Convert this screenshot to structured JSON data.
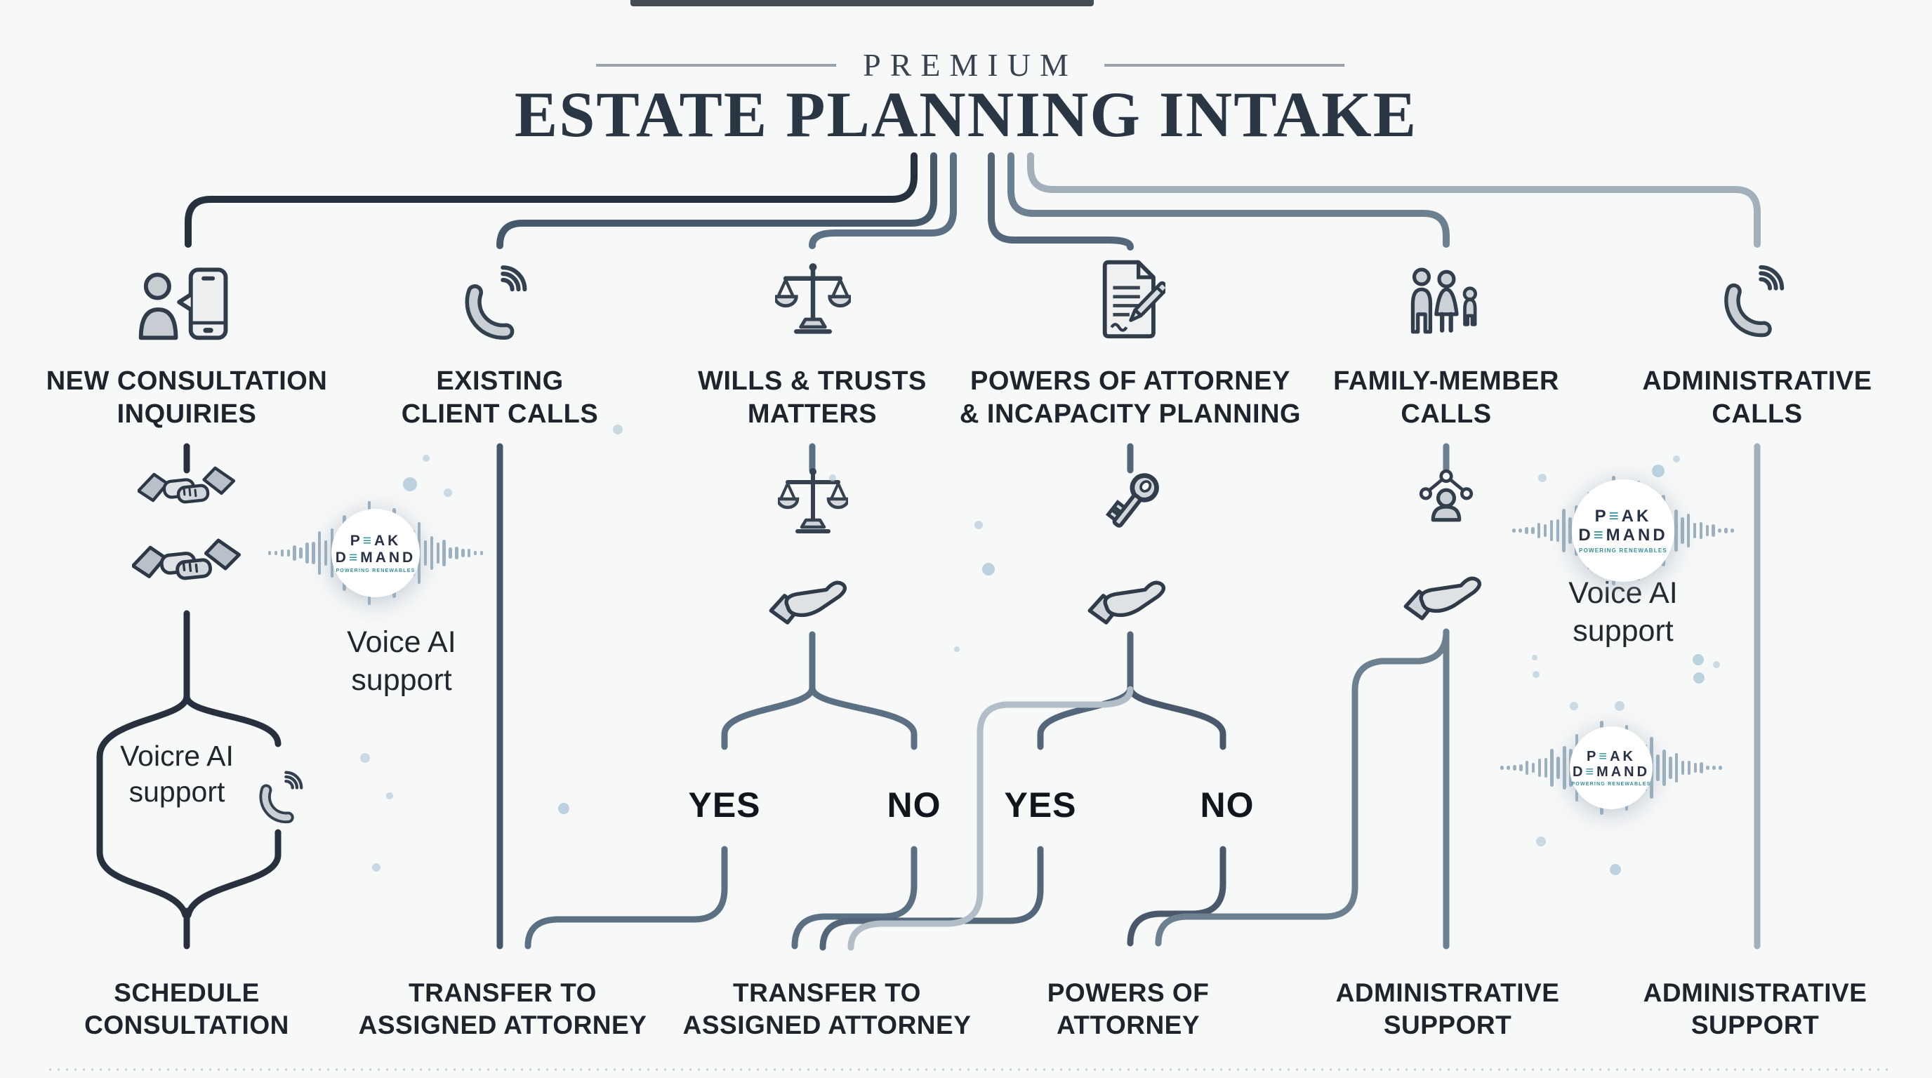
{
  "title": {
    "eyebrow": "PREMIUM",
    "main": "ESTATE PLANNING INTAKE"
  },
  "columns": [
    {
      "line1": "NEW CONSULTATION",
      "line2": "INQUIRIES"
    },
    {
      "line1": "EXISTING",
      "line2": "CLIENT CALLS"
    },
    {
      "line1": "WILLS & TRUSTS",
      "line2": "MATTERS"
    },
    {
      "line1": "POWERS OF ATTORNEY",
      "line2": "& INCAPACITY PLANNING"
    },
    {
      "line1": "FAMILY-MEMBER",
      "line2": "CALLS"
    },
    {
      "line1": "ADMINISTRATIVE",
      "line2": "CALLS"
    }
  ],
  "branches": {
    "yes1": "YES",
    "no1": "NO",
    "yes2": "YES",
    "no2": "NO"
  },
  "voice_ai_left": {
    "line1": "Voice AI",
    "line2": "support"
  },
  "voice_ai_right": {
    "line1": "Voice AI",
    "line2": "support"
  },
  "loop_label": {
    "line1": "Voicre AI",
    "line2": "support"
  },
  "logo": {
    "l1a": "P",
    "l1b": "AK",
    "l2a": "D",
    "l2b": "MAND",
    "e": "≡",
    "tagline": "POWERING RENEWABLES"
  },
  "outcomes": [
    {
      "line1": "SCHEDULE",
      "line2": "CONSULTATION"
    },
    {
      "line1": "TRANSFER TO",
      "line2": "ASSIGNED ATTORNEY"
    },
    {
      "line1": "TRANSFER TO",
      "line2": "ASSIGNED ATTORNEY"
    },
    {
      "line1": "POWERS OF",
      "line2": "ATTORNEY"
    },
    {
      "line1": "ADMINISTRATIVE",
      "line2": "SUPPORT"
    },
    {
      "line1": "ADMINISTRATIVE",
      "line2": "SUPPORT"
    }
  ],
  "colors": {
    "c1": "#27313e",
    "c2": "#46596b",
    "c3": "#5c7084",
    "c4": "#54667a",
    "c4d": "#49596b",
    "c5": "#6d8090",
    "c6": "#a3b0bc",
    "light": "#b3bdc7",
    "navy": "#273244",
    "teal": "#2e8f9e",
    "dot": "#b6cddc"
  }
}
